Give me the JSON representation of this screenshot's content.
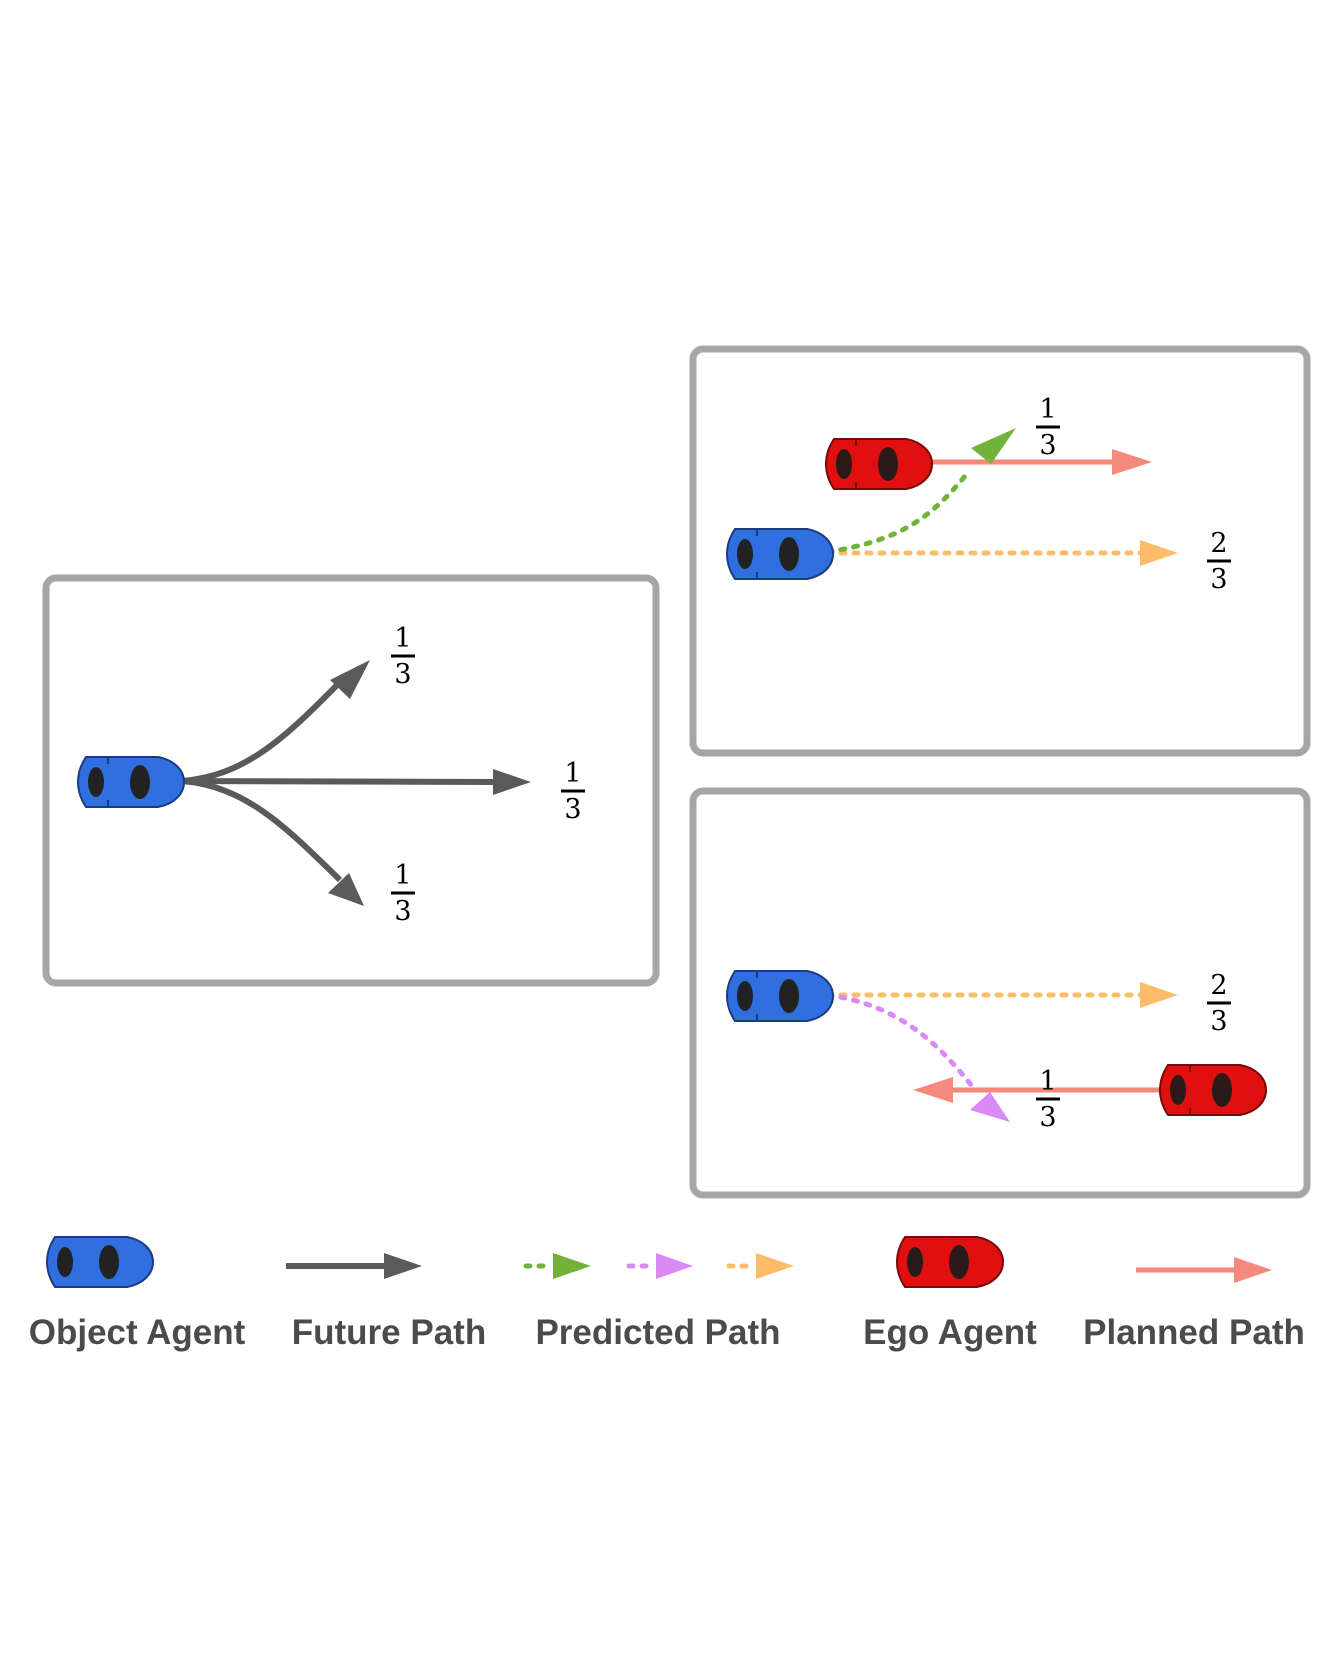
{
  "colors": {
    "panel_border": "#a6a6a6",
    "future_path": "#5a5a5a",
    "object_car": "#2f6fe0",
    "ego_car": "#e01010",
    "planned_path": "#f58a7c",
    "predicted_green": "#73b23a",
    "predicted_pink": "#d98af5",
    "predicted_orange": "#fcbc6a"
  },
  "panels": {
    "left": {
      "probabilities": [
        {
          "numerator": "1",
          "denominator": "3"
        },
        {
          "numerator": "1",
          "denominator": "3"
        },
        {
          "numerator": "1",
          "denominator": "3"
        }
      ]
    },
    "top_right": {
      "probabilities": [
        {
          "numerator": "1",
          "denominator": "3"
        },
        {
          "numerator": "2",
          "denominator": "3"
        }
      ]
    },
    "bottom_right": {
      "probabilities": [
        {
          "numerator": "2",
          "denominator": "3"
        },
        {
          "numerator": "1",
          "denominator": "3"
        }
      ]
    }
  },
  "legend": {
    "object_agent": "Object Agent",
    "future_path": "Future Path",
    "predicted_path": "Predicted Path",
    "ego_agent": "Ego Agent",
    "planned_path": "Planned Path"
  }
}
